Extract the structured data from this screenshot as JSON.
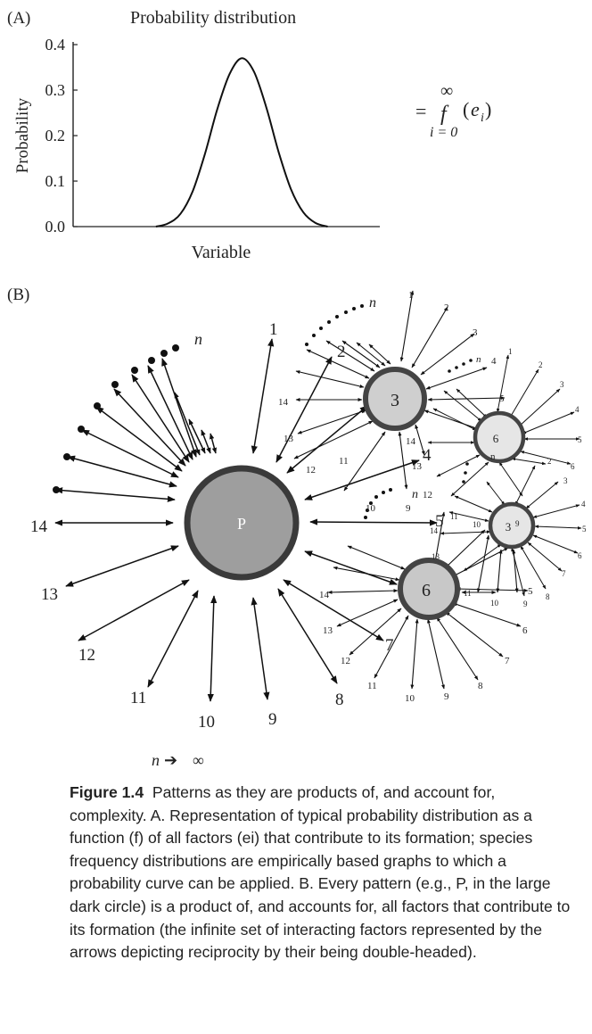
{
  "panel_a": {
    "label": "(A)",
    "title": "Probability distribution",
    "ylabel": "Probability",
    "xlabel": "Variable",
    "yticks": [
      "0.0",
      "0.1",
      "0.2",
      "0.3",
      "0.4"
    ],
    "formula": {
      "eq": "=",
      "f": "f",
      "e": "e",
      "sub_i": "i",
      "open_paren": "(",
      "close_paren": ")",
      "upper": "∞",
      "lower": "i = 0"
    }
  },
  "chart_data": {
    "type": "line",
    "title": "Probability distribution",
    "xlabel": "Variable",
    "ylabel": "Probability",
    "ylim": [
      0,
      0.4
    ],
    "yticks": [
      0.0,
      0.1,
      0.2,
      0.3,
      0.4
    ],
    "grid": false,
    "series": [
      {
        "x": [
          0.27,
          0.31,
          0.35,
          0.39,
          0.43,
          0.47,
          0.51,
          0.55,
          0.59,
          0.63,
          0.67,
          0.71,
          0.75,
          0.79,
          0.83
        ],
        "values": [
          0.0,
          0.007,
          0.028,
          0.078,
          0.16,
          0.258,
          0.335,
          0.37,
          0.34,
          0.262,
          0.164,
          0.083,
          0.032,
          0.008,
          0.0
        ]
      }
    ]
  },
  "panel_b": {
    "label": "(B)",
    "main_circle_label": "P",
    "circle_3_label": "3",
    "circle_6_label": "6",
    "circle_r6_label": "6",
    "circle_r3_label": "3",
    "circle_r3_sup": "9",
    "n_label": "n",
    "legend": {
      "n": "n",
      "arrow": "➔",
      "inf": "∞"
    },
    "main_numbers": [
      "1",
      "2",
      "3",
      "4",
      "5",
      "6",
      "7",
      "8",
      "9",
      "10",
      "11",
      "12",
      "13",
      "14"
    ]
  },
  "caption": {
    "label": "Figure 1.4",
    "text": "Patterns as they are products of, and account for, complexity. A. Representation of typical probability distribution as a function (f) of all factors (ei) that contribute to its formation; species frequency distributions are empirically based graphs to which a probability curve can be applied. B. Every pattern (e.g., P, in the large dark circle) is a product of, and accounts for, all factors that contribute to its formation (the infinite set of interacting factors represented by the arrows depicting reciprocity by their being double-headed)."
  }
}
